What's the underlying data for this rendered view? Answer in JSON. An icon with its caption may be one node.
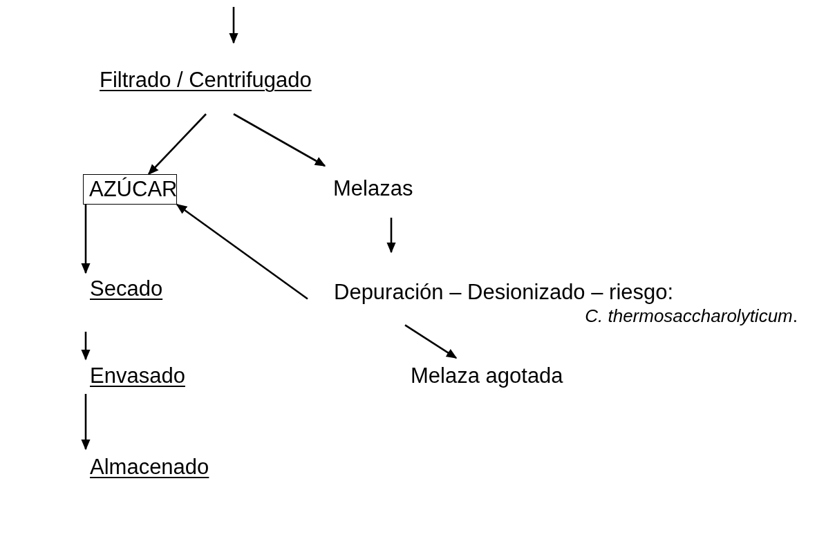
{
  "diagram": {
    "nodes": [
      {
        "text": [
          "Filtrado / Centrifugado"
        ]
      },
      {
        "text": [
          "AZÚCAR"
        ]
      },
      {
        "text": [
          "Melazas"
        ]
      },
      {
        "text": [
          "Secado"
        ]
      },
      {
        "text": [
          "Depuración – Desionizado – riesgo:",
          "*C. thermosaccharolyticum*."
        ]
      },
      {
        "text": [
          "Envasado"
        ]
      },
      {
        "text": [
          "Melaza agotada"
        ]
      },
      {
        "text": [
          "Almacenado"
        ]
      }
    ],
    "edges": [
      {
        "from": null,
        "to": 0,
        "arrow": "to"
      },
      {
        "from": 0,
        "to": 1,
        "arrow": "to"
      },
      {
        "from": 0,
        "to": 2,
        "arrow": "to"
      },
      {
        "from": 1,
        "to": 3,
        "arrow": "to"
      },
      {
        "from": 2,
        "to": 4,
        "arrow": "to"
      },
      {
        "from": 4,
        "to": 1,
        "arrow": "to"
      },
      {
        "from": 3,
        "to": 5,
        "arrow": "to"
      },
      {
        "from": 4,
        "to": 6,
        "arrow": "to"
      },
      {
        "from": 5,
        "to": 7,
        "arrow": "to"
      }
    ]
  }
}
